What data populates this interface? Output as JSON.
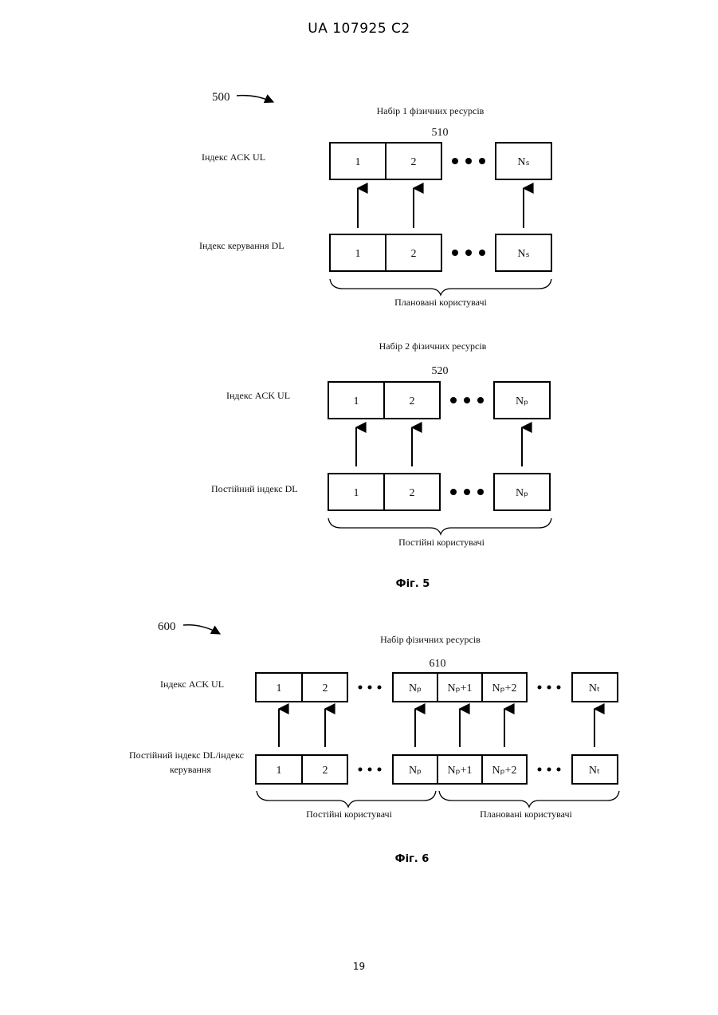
{
  "header": {
    "doc_number": "UA   107925   C2"
  },
  "page_number": "19",
  "fig5": {
    "ref": "500",
    "set1": {
      "title": "Набір 1 фізичних ресурсів",
      "ref": "510",
      "top_label": "Індекс ACK UL",
      "bottom_label": "Індекс керування DL",
      "cells": [
        "1",
        "2",
        "Nₛ"
      ],
      "brace_label": "Плановані користувачі"
    },
    "set2": {
      "title": "Набір 2 фізичних ресурсів",
      "ref": "520",
      "top_label": "Індекс ACK UL",
      "bottom_label": "Постійний індекс DL",
      "cells": [
        "1",
        "2",
        "Nₚ"
      ],
      "brace_label": "Постійні користувачі"
    },
    "caption": "Фіг. 5"
  },
  "fig6": {
    "ref": "600",
    "title": "Набір фізичних ресурсів",
    "ref_block": "610",
    "top_label": "Індекс ACK UL",
    "bottom_label_line1": "Постійний індекс DL/індекс",
    "bottom_label_line2": "керування",
    "cells": [
      "1",
      "2",
      "Nₚ",
      "Nₚ+1",
      "Nₚ+2",
      "Nₜ"
    ],
    "brace_left_label": "Постійні користувачі",
    "brace_right_label": "Плановані користувачі",
    "caption": "Фіг. 6"
  }
}
